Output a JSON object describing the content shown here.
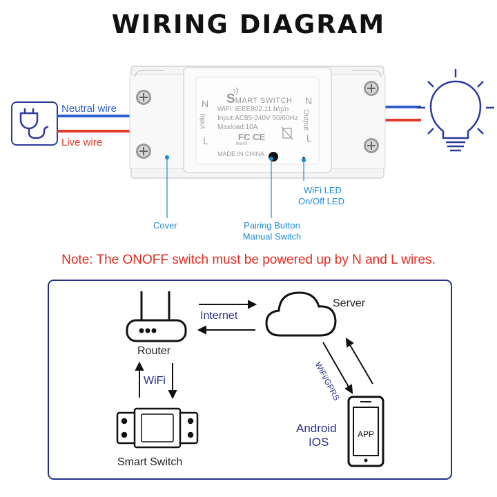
{
  "title": "WIRING DIAGRAM",
  "top": {
    "neutral_wire": "Neutral wire",
    "live_wire": "Live wire",
    "device": {
      "brand_s": "S",
      "brand_rest": "MART SWITCH",
      "spec_wifi": "WiFi: IEEE802.11 b/g/n",
      "spec_input": "Input:AC85-240V 50/60Hz",
      "spec_load": "Maxload:10A",
      "made_in": "MADE IN CHINA",
      "input_n": "N",
      "input_label": "Input",
      "input_l": "L",
      "output_n": "N",
      "output_label": "Output",
      "output_l": "L",
      "cert": "FC CE",
      "rohs": "RoHS"
    },
    "callouts": {
      "cover": "Cover",
      "pairing_1": "Pairing Button",
      "pairing_2": "Manual Switch",
      "led_1": "WiFi LED",
      "led_2": "On/Off LED"
    }
  },
  "note": "Note: The ONOFF switch must be powered up by N and L wires.",
  "network": {
    "router": "Router",
    "internet": "Internet",
    "server": "Server",
    "wifi": "WiFi",
    "wifi_gprs": "WiFi/GPRS",
    "smart_switch": "Smart Switch",
    "android": "Android",
    "ios": "IOS",
    "app": "APP"
  },
  "colors": {
    "wire_blue": "#2f5fd0",
    "wire_red": "#e23a2a",
    "callout_blue": "#1f8ad6",
    "note_red": "#e02a1f",
    "navy": "#24308c"
  }
}
